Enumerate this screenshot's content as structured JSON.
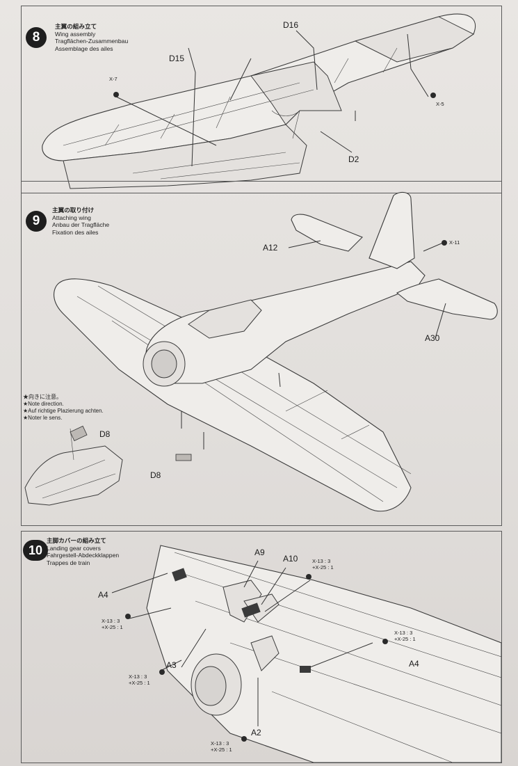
{
  "steps": [
    {
      "number": "8",
      "title_jp": "主翼の組み立て",
      "title_en": "Wing assembly",
      "title_de": "Tragflächen-Zusammenbau",
      "title_fr": "Assemblage des ailes",
      "labels": {
        "d16": "D16",
        "d15": "D15",
        "d2": "D2",
        "x7": "X-7",
        "x5": "X-5"
      }
    },
    {
      "number": "9",
      "title_jp": "主翼の取り付け",
      "title_en": "Attaching wing",
      "title_de": "Anbau der Tragfläche",
      "title_fr": "Fixation des ailes",
      "labels": {
        "a12": "A12",
        "x11": "X-11",
        "a30": "A30",
        "d8_top": "D8",
        "d8_bottom": "D8"
      },
      "note": [
        "★向きに注意。",
        "★Note direction.",
        "★Auf richtige Plazierung achten.",
        "★Noter le sens."
      ]
    },
    {
      "number": "10",
      "title_jp": "主脚カバーの組み立て",
      "title_en": "Landing gear covers",
      "title_de": "Fahrgestell-Abdeckklappen",
      "title_fr": "Trappes de train",
      "labels": {
        "a9": "A9",
        "a10": "A10",
        "a4_left": "A4",
        "a4_right": "A4",
        "a3": "A3",
        "a2": "A2"
      },
      "paint_mix": {
        "line1": "X-13 : 3",
        "line2": "+X-25 : 1"
      }
    }
  ]
}
